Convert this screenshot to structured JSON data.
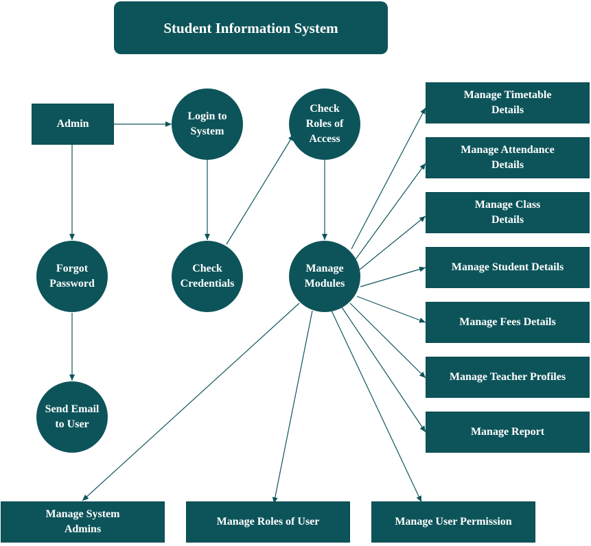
{
  "diagram": {
    "title": "Student Information System",
    "colors": {
      "node": "#0d545a",
      "text": "#ffffff",
      "edge": "#0d545a"
    },
    "nodes": {
      "admin": "Admin",
      "login": "Login to\nSystem",
      "check_roles": "Check\nRoles of\nAccess",
      "forgot_password": "Forgot\nPassword",
      "check_credentials": "Check\nCredentials",
      "manage_modules": "Manage\nModules",
      "send_email": "Send Email\nto User",
      "timetable": "Manage Timetable\nDetails",
      "attendance": "Manage Attendance\nDetails",
      "class_details": "Manage Class\nDetails",
      "student_details": "Manage Student Details",
      "fees_details": "Manage Fees Details",
      "teacher_profiles": "Manage Teacher Profiles",
      "report": "Manage Report",
      "system_admins": "Manage System\nAdmins",
      "roles_of_user": "Manage Roles of User",
      "user_permission": "Manage User Permission"
    },
    "edges": [
      [
        "admin",
        "login"
      ],
      [
        "admin",
        "forgot_password"
      ],
      [
        "forgot_password",
        "send_email"
      ],
      [
        "login",
        "check_credentials"
      ],
      [
        "check_credentials",
        "check_roles"
      ],
      [
        "check_roles",
        "manage_modules"
      ],
      [
        "manage_modules",
        "timetable"
      ],
      [
        "manage_modules",
        "attendance"
      ],
      [
        "manage_modules",
        "class_details"
      ],
      [
        "manage_modules",
        "student_details"
      ],
      [
        "manage_modules",
        "fees_details"
      ],
      [
        "manage_modules",
        "teacher_profiles"
      ],
      [
        "manage_modules",
        "report"
      ],
      [
        "manage_modules",
        "system_admins"
      ],
      [
        "manage_modules",
        "roles_of_user"
      ],
      [
        "manage_modules",
        "user_permission"
      ]
    ]
  }
}
